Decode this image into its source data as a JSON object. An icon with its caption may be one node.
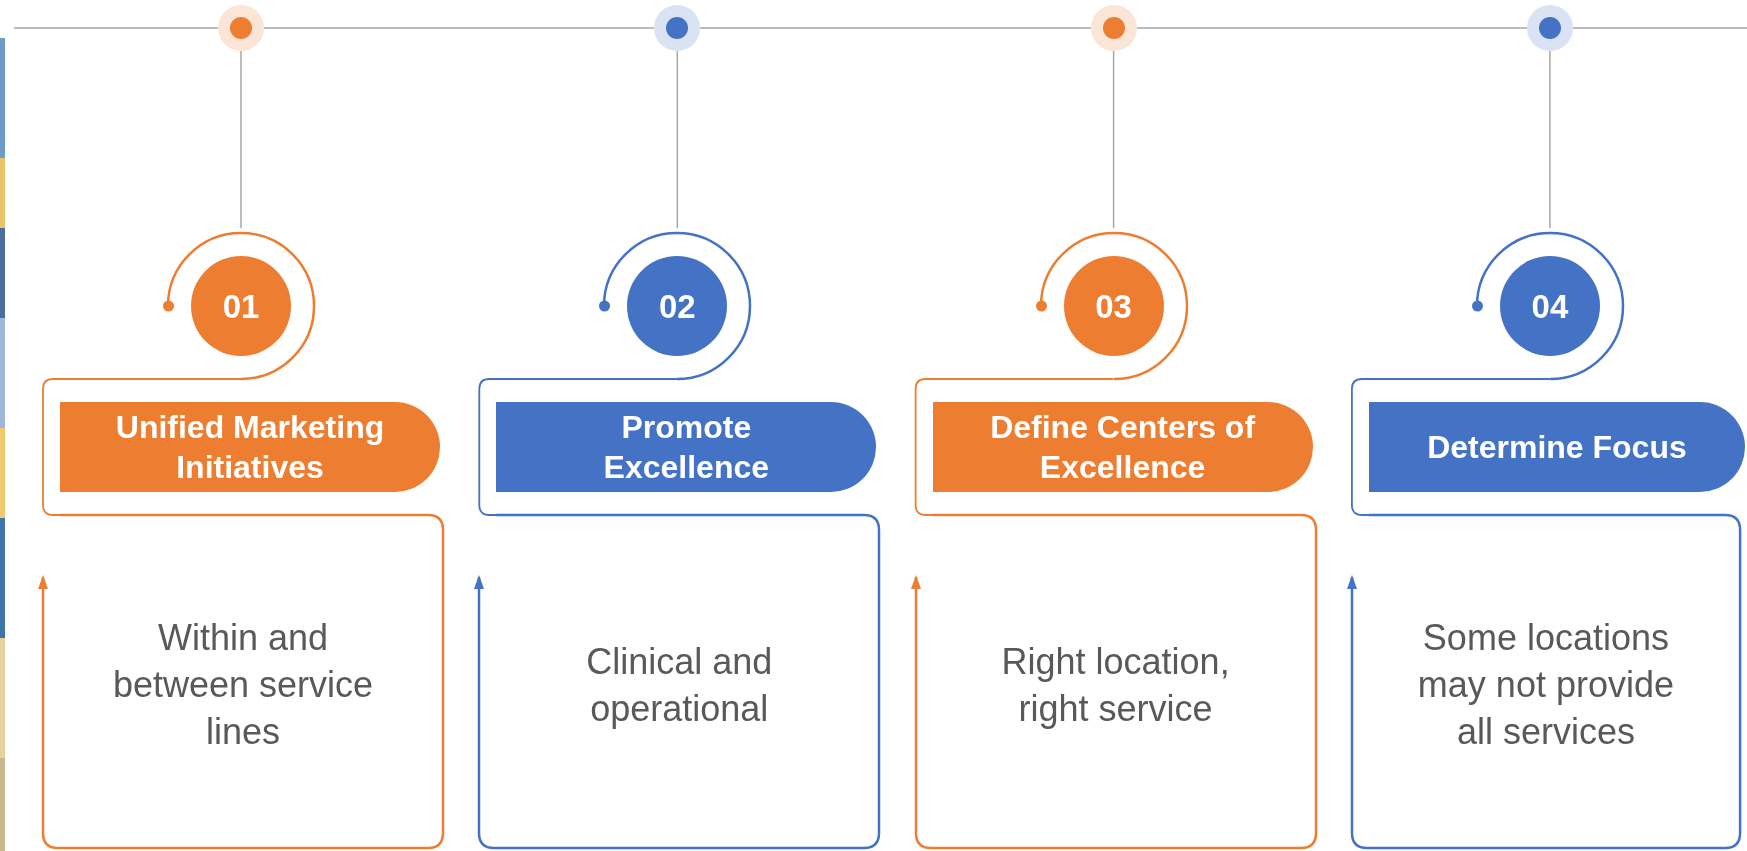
{
  "diagram": {
    "nodes": [
      {
        "text": [],
        "shape": "circle"
      },
      {
        "text": [
          "01"
        ]
      },
      {
        "text": [
          "Unified Marketing Initiatives"
        ]
      },
      {
        "text": [
          "Within and between service lines"
        ]
      },
      {
        "text": [],
        "shape": "circle"
      },
      {
        "text": [
          "02"
        ]
      },
      {
        "text": [
          "Promote Excellence"
        ]
      },
      {
        "text": [
          "Clinical and operational"
        ]
      },
      {
        "text": [],
        "shape": "circle"
      },
      {
        "text": [
          "03"
        ]
      },
      {
        "text": [
          "Define Centers of Excellence"
        ]
      },
      {
        "text": [
          "Right location, right service"
        ]
      },
      {
        "text": [],
        "shape": "circle"
      },
      {
        "text": [
          "04"
        ]
      },
      {
        "text": [
          "Determine Focus"
        ]
      },
      {
        "text": [
          "Some locations may not provide all services"
        ]
      }
    ],
    "edges": [
      {
        "from": 0,
        "to": 1,
        "arrow": "none"
      },
      {
        "from": 1,
        "to": 3,
        "arrow": "none",
        "color": "#ed7d31"
      },
      {
        "from": 5,
        "to": 7,
        "arrow": "none",
        "color": "#4472c4"
      },
      {
        "from": 9,
        "to": 11,
        "arrow": "none",
        "color": "#ed7d31"
      },
      {
        "from": 13,
        "to": 15,
        "arrow": "none",
        "color": "#4472c4"
      },
      {
        "from": 4,
        "to": 5,
        "arrow": "none"
      },
      {
        "from": 8,
        "to": 9,
        "arrow": "none"
      },
      {
        "from": 12,
        "to": 13,
        "arrow": "none"
      }
    ]
  }
}
